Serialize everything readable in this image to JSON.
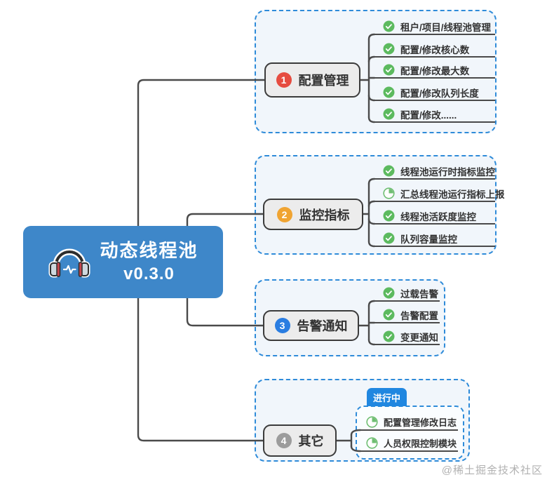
{
  "root": {
    "title": "动态线程池",
    "version": "v0.3.0",
    "icon": "headphones-icon"
  },
  "branches": [
    {
      "label": "配置管理",
      "badge": "1",
      "badge_color": "#e64c40",
      "children": [
        {
          "text": "租户/项目/线程池管理",
          "status": "done"
        },
        {
          "text": "配置/修改核心数",
          "status": "done"
        },
        {
          "text": "配置/修改最大数",
          "status": "done"
        },
        {
          "text": "配置/修改队列长度",
          "status": "done"
        },
        {
          "text": "配置/修改......",
          "status": "done"
        }
      ]
    },
    {
      "label": "监控指标",
      "badge": "2",
      "badge_color": "#f0a432",
      "children": [
        {
          "text": "线程池运行时指标监控",
          "status": "done"
        },
        {
          "text": "汇总线程池运行指标上报",
          "status": "in-progress"
        },
        {
          "text": "线程池活跃度监控",
          "status": "done"
        },
        {
          "text": "队列容量监控",
          "status": "done"
        }
      ]
    },
    {
      "label": "告警通知",
      "badge": "3",
      "badge_color": "#2a7de1",
      "children": [
        {
          "text": "过载告警",
          "status": "done"
        },
        {
          "text": "告警配置",
          "status": "done"
        },
        {
          "text": "变更通知",
          "status": "done"
        }
      ]
    },
    {
      "label": "其它",
      "badge": "4",
      "badge_color": "#9c9c9c",
      "tag": "进行中",
      "children": [
        {
          "text": "配置管理修改日志",
          "status": "in-progress"
        },
        {
          "text": "人员权限控制模块",
          "status": "in-progress"
        }
      ]
    }
  ],
  "watermark": "@稀土掘金技术社区",
  "colors": {
    "root_bg": "#3e87c9",
    "group_border": "#2e8bd9",
    "group_fill": "#f1f6fb",
    "node_fill": "#ececec",
    "node_border": "#3b3b3b",
    "line": "#4a4a4a",
    "done_green": "#5cba5f",
    "progress_green": "#6fbe72",
    "tag_bg": "#2087e0"
  }
}
